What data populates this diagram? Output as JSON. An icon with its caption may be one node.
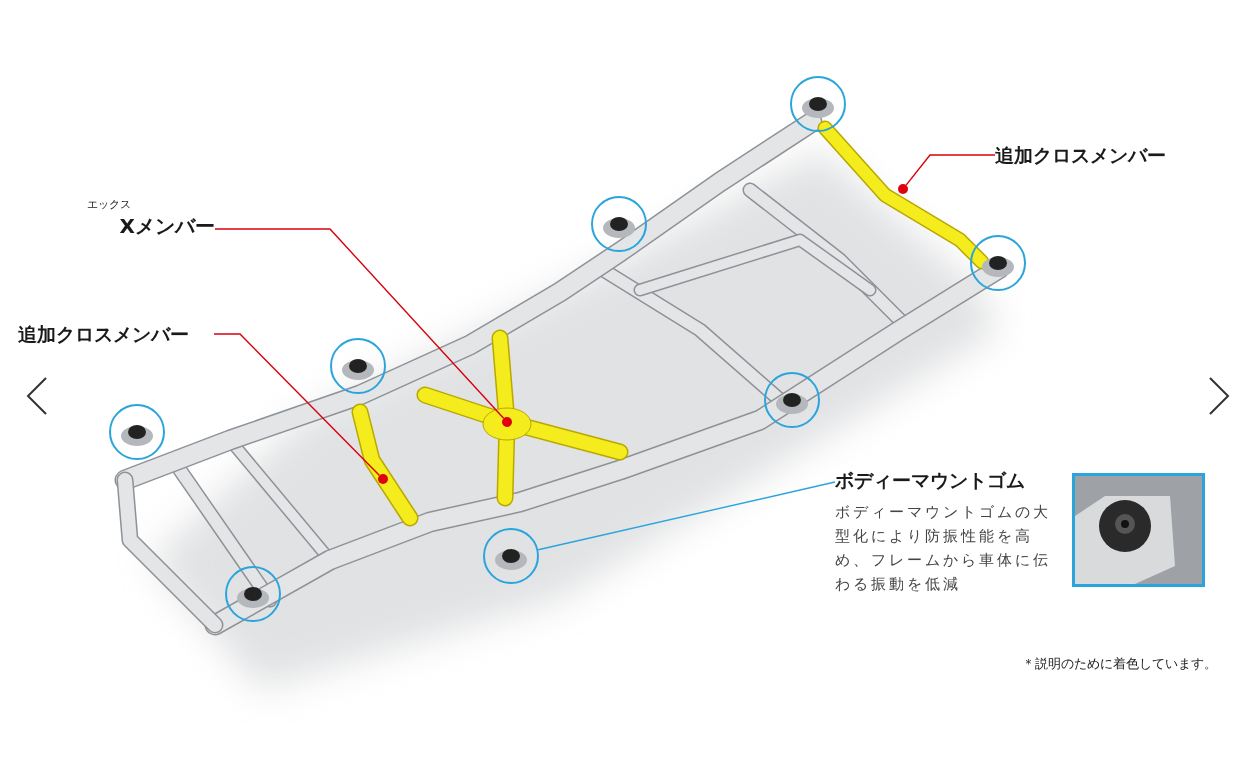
{
  "diagram": {
    "nodes": [
      {
        "text": [
          "エックス",
          "Xメンバー"
        ]
      },
      {
        "text": [],
        "shape": "circle"
      },
      {
        "text": [
          "追加クロスメンバー"
        ]
      },
      {
        "text": [],
        "shape": "circle"
      },
      {
        "text": [
          "追加クロスメンバー"
        ]
      },
      {
        "text": [],
        "shape": "circle"
      },
      {
        "text": [
          "ボディーマウントゴム",
          "ボディーマウントゴムの大型化により防振性能を高め、フレームから車体に伝わる振動を低減"
        ]
      },
      {
        "text": [],
        "shape": "circle"
      },
      {
        "text": [],
        "shape": "circle"
      },
      {
        "text": [],
        "shape": "circle"
      },
      {
        "text": [],
        "shape": "circle"
      },
      {
        "text": [],
        "shape": "circle"
      },
      {
        "text": [],
        "shape": "circle"
      },
      {
        "text": [],
        "shape": "circle"
      },
      {
        "text": [],
        "shape": "circle"
      }
    ],
    "edges": [
      {
        "from": 0,
        "to": 1,
        "arrow": "none"
      },
      {
        "from": 2,
        "to": 3,
        "arrow": "none"
      },
      {
        "from": 4,
        "to": 5,
        "arrow": "none"
      },
      {
        "from": 6,
        "to": 10,
        "arrow": "none",
        "color": "#2aa5dc"
      }
    ],
    "labels": [
      "＊説明のために着色しています。"
    ]
  }
}
